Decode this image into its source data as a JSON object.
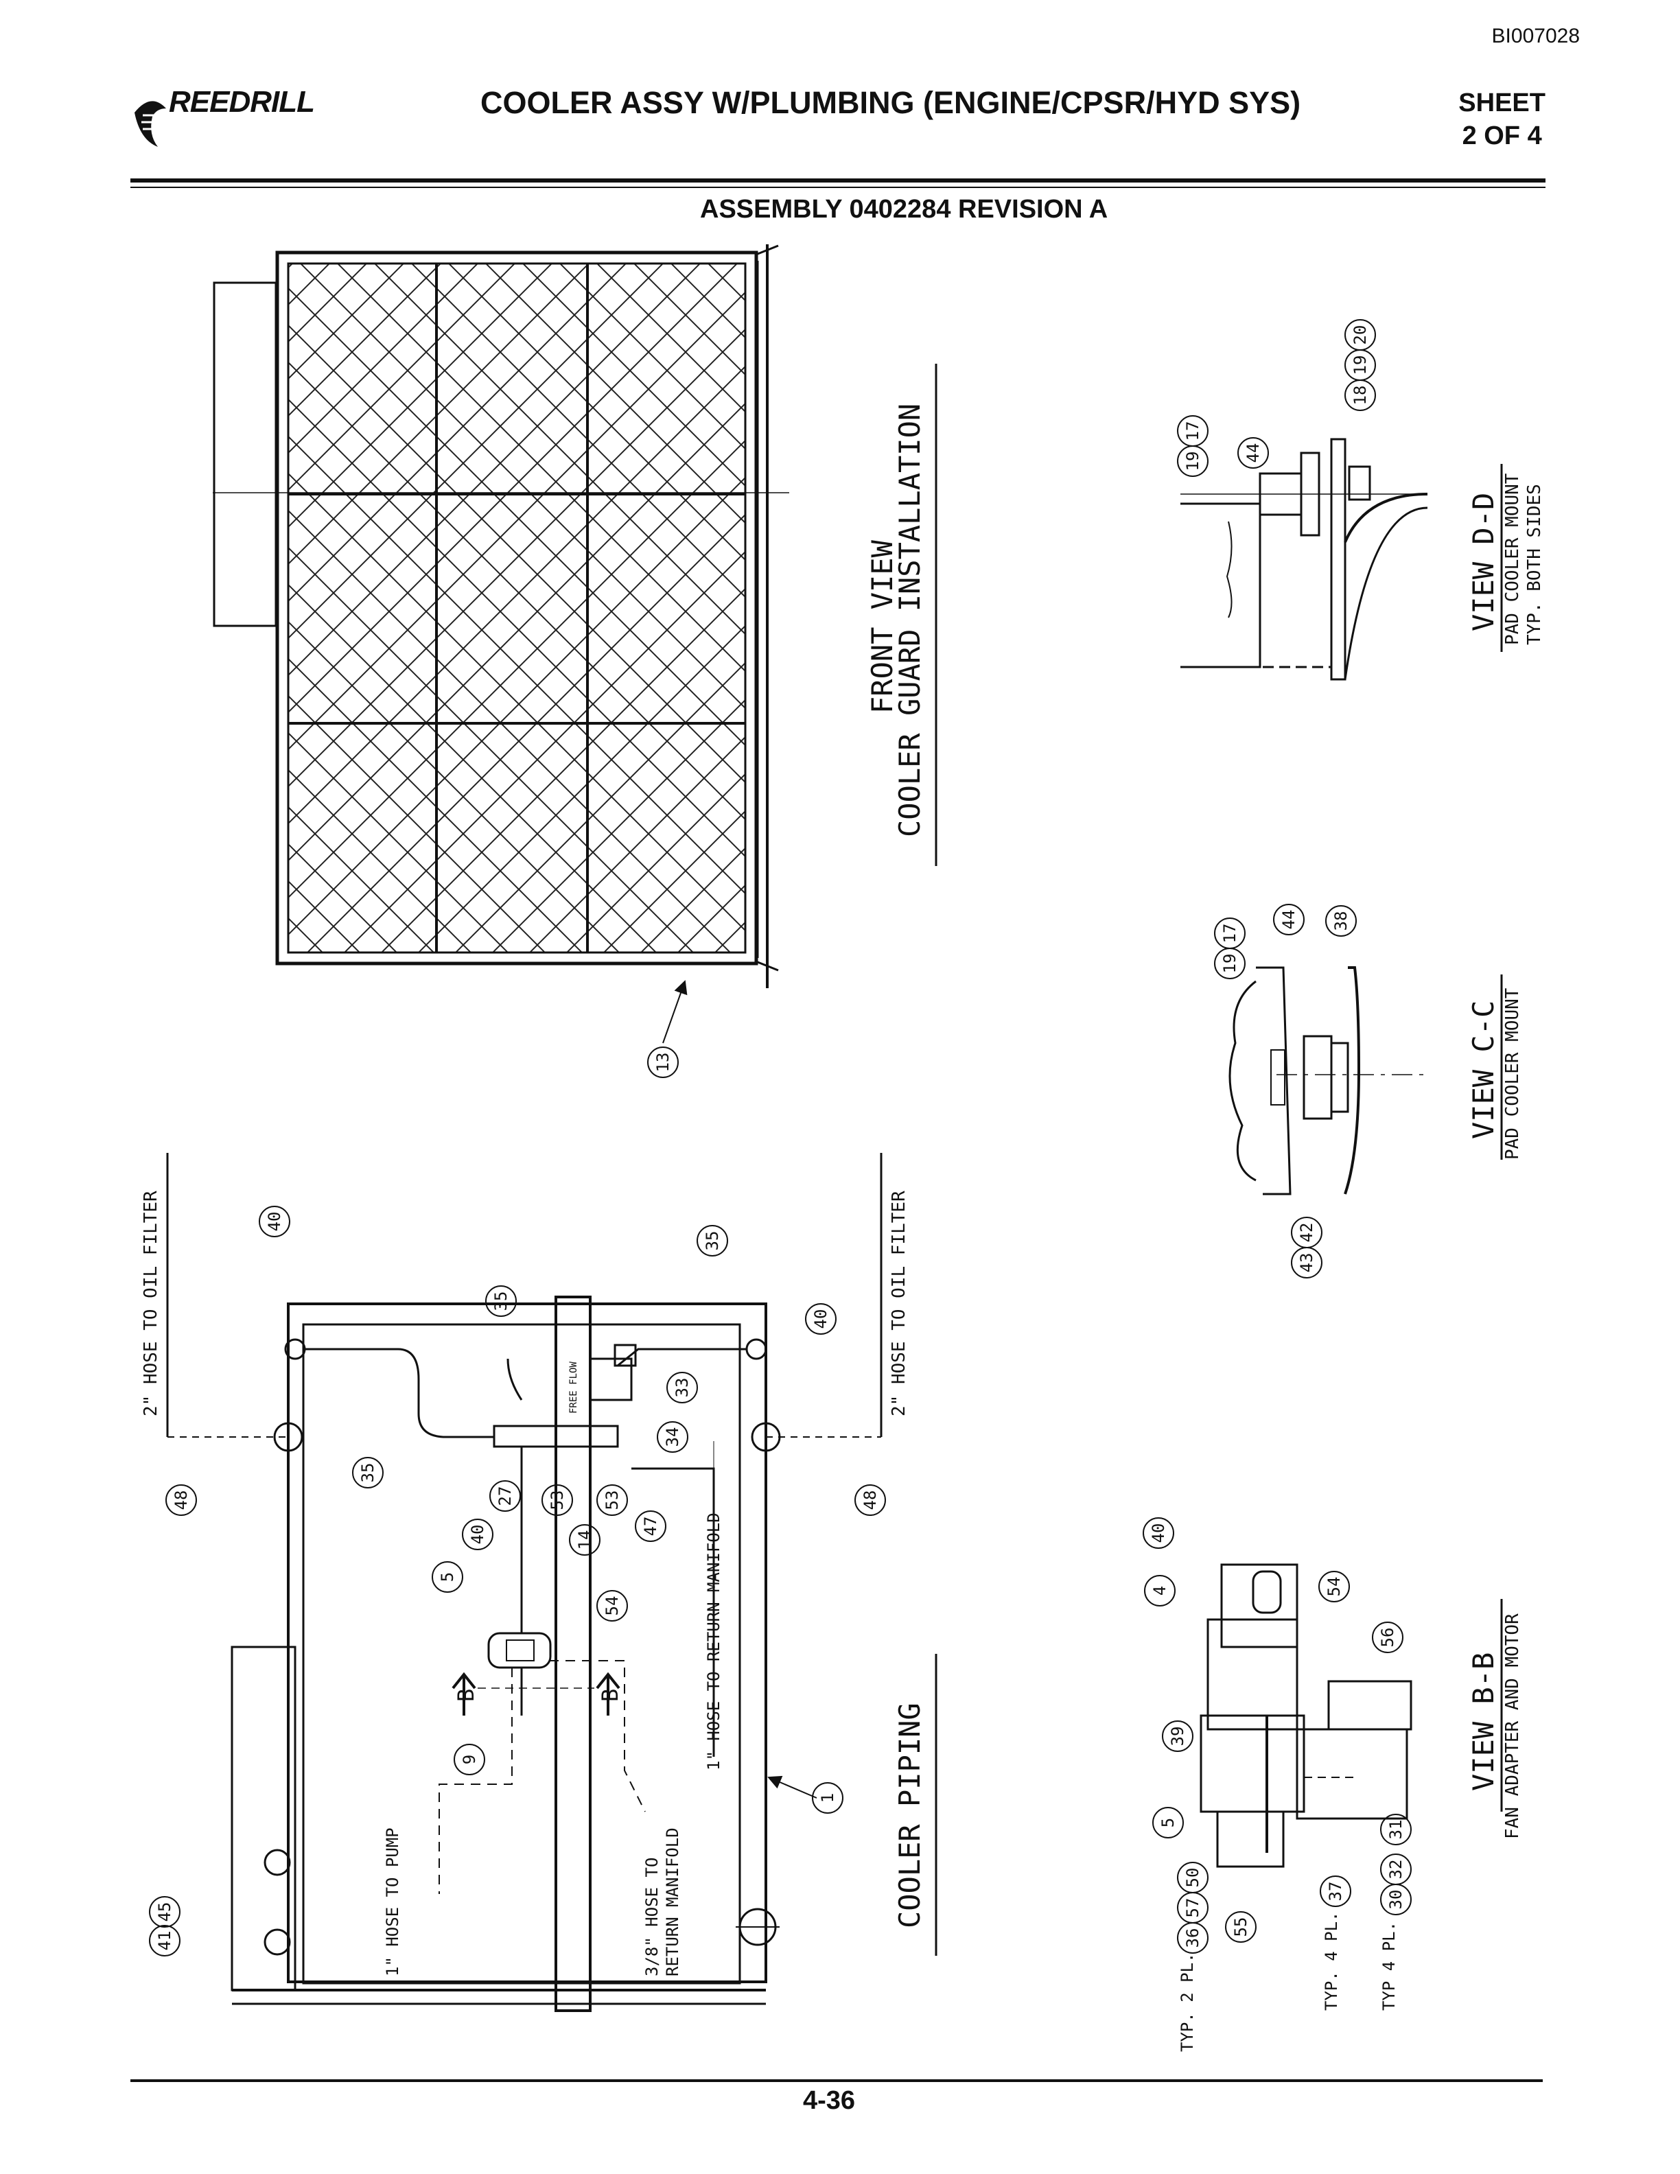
{
  "header": {
    "doc_id": "BI007028",
    "logo": "REEDRILL",
    "title": "COOLER ASSY W/PLUMBING (ENGINE/CPSR/HYD SYS)",
    "sheet_line1": "SHEET",
    "sheet_line2": "2 OF 4",
    "assembly": "ASSEMBLY 0402284 REVISION A"
  },
  "footer": {
    "page_number": "4-36"
  },
  "views": {
    "front_view_title": "FRONT VIEW",
    "front_view_subtitle": "COOLER GUARD INSTALLATION",
    "cooler_piping_title": "COOLER PIPING",
    "view_dd_title": "VIEW D-D",
    "view_dd_sub1": "PAD COOLER MOUNT",
    "view_dd_sub2": "TYP. BOTH SIDES",
    "view_cc_title": "VIEW C-C",
    "view_cc_sub": "PAD COOLER MOUNT",
    "view_bb_title": "VIEW B-B",
    "view_bb_sub": "FAN ADAPTER AND MOTOR"
  },
  "notes": {
    "hose_oil_filter_left": "2\" HOSE TO OIL FILTER",
    "hose_oil_filter_right": "2\" HOSE TO OIL FILTER",
    "hose_return_manifold": "1\" HOSE TO RETURN MANIFOLD",
    "hose_pump": "1\" HOSE TO PUMP",
    "hose_return_38_l1": "3/8\" HOSE TO",
    "hose_return_38_l2": "RETURN MANIFOLD",
    "typ_2pl": "TYP. 2 PL.",
    "typ_4pl_a": "TYP. 4 PL.",
    "typ_4pl_b": "TYP 4 PL.",
    "free_flow": "FREE FLOW",
    "section_b": "B"
  },
  "callouts": {
    "c13": "13",
    "c1": "1",
    "c40a": "40",
    "c40b": "40",
    "c40c": "40",
    "c40d": "40",
    "c35a": "35",
    "c35b": "35",
    "c35c": "35",
    "c48a": "48",
    "c48b": "48",
    "c27": "27",
    "c53a": "53",
    "c53b": "53",
    "c14": "14",
    "c47": "47",
    "c34": "34",
    "c33": "33",
    "c5a": "5",
    "c5b": "5",
    "c54a": "54",
    "c54b": "54",
    "c9": "9",
    "c41": "41",
    "c45": "45",
    "c4": "4",
    "c56": "56",
    "c39": "39",
    "c36": "36",
    "c57": "57",
    "c50": "50",
    "c55": "55",
    "c37": "37",
    "c30": "30",
    "c32": "32",
    "c31": "31",
    "c19a": "19",
    "c17a": "17",
    "c44a": "44",
    "c38": "38",
    "c43": "43",
    "c42": "42",
    "c19b": "19",
    "c17b": "17",
    "c44b": "44",
    "c18": "18",
    "c19c": "19",
    "c20": "20"
  }
}
